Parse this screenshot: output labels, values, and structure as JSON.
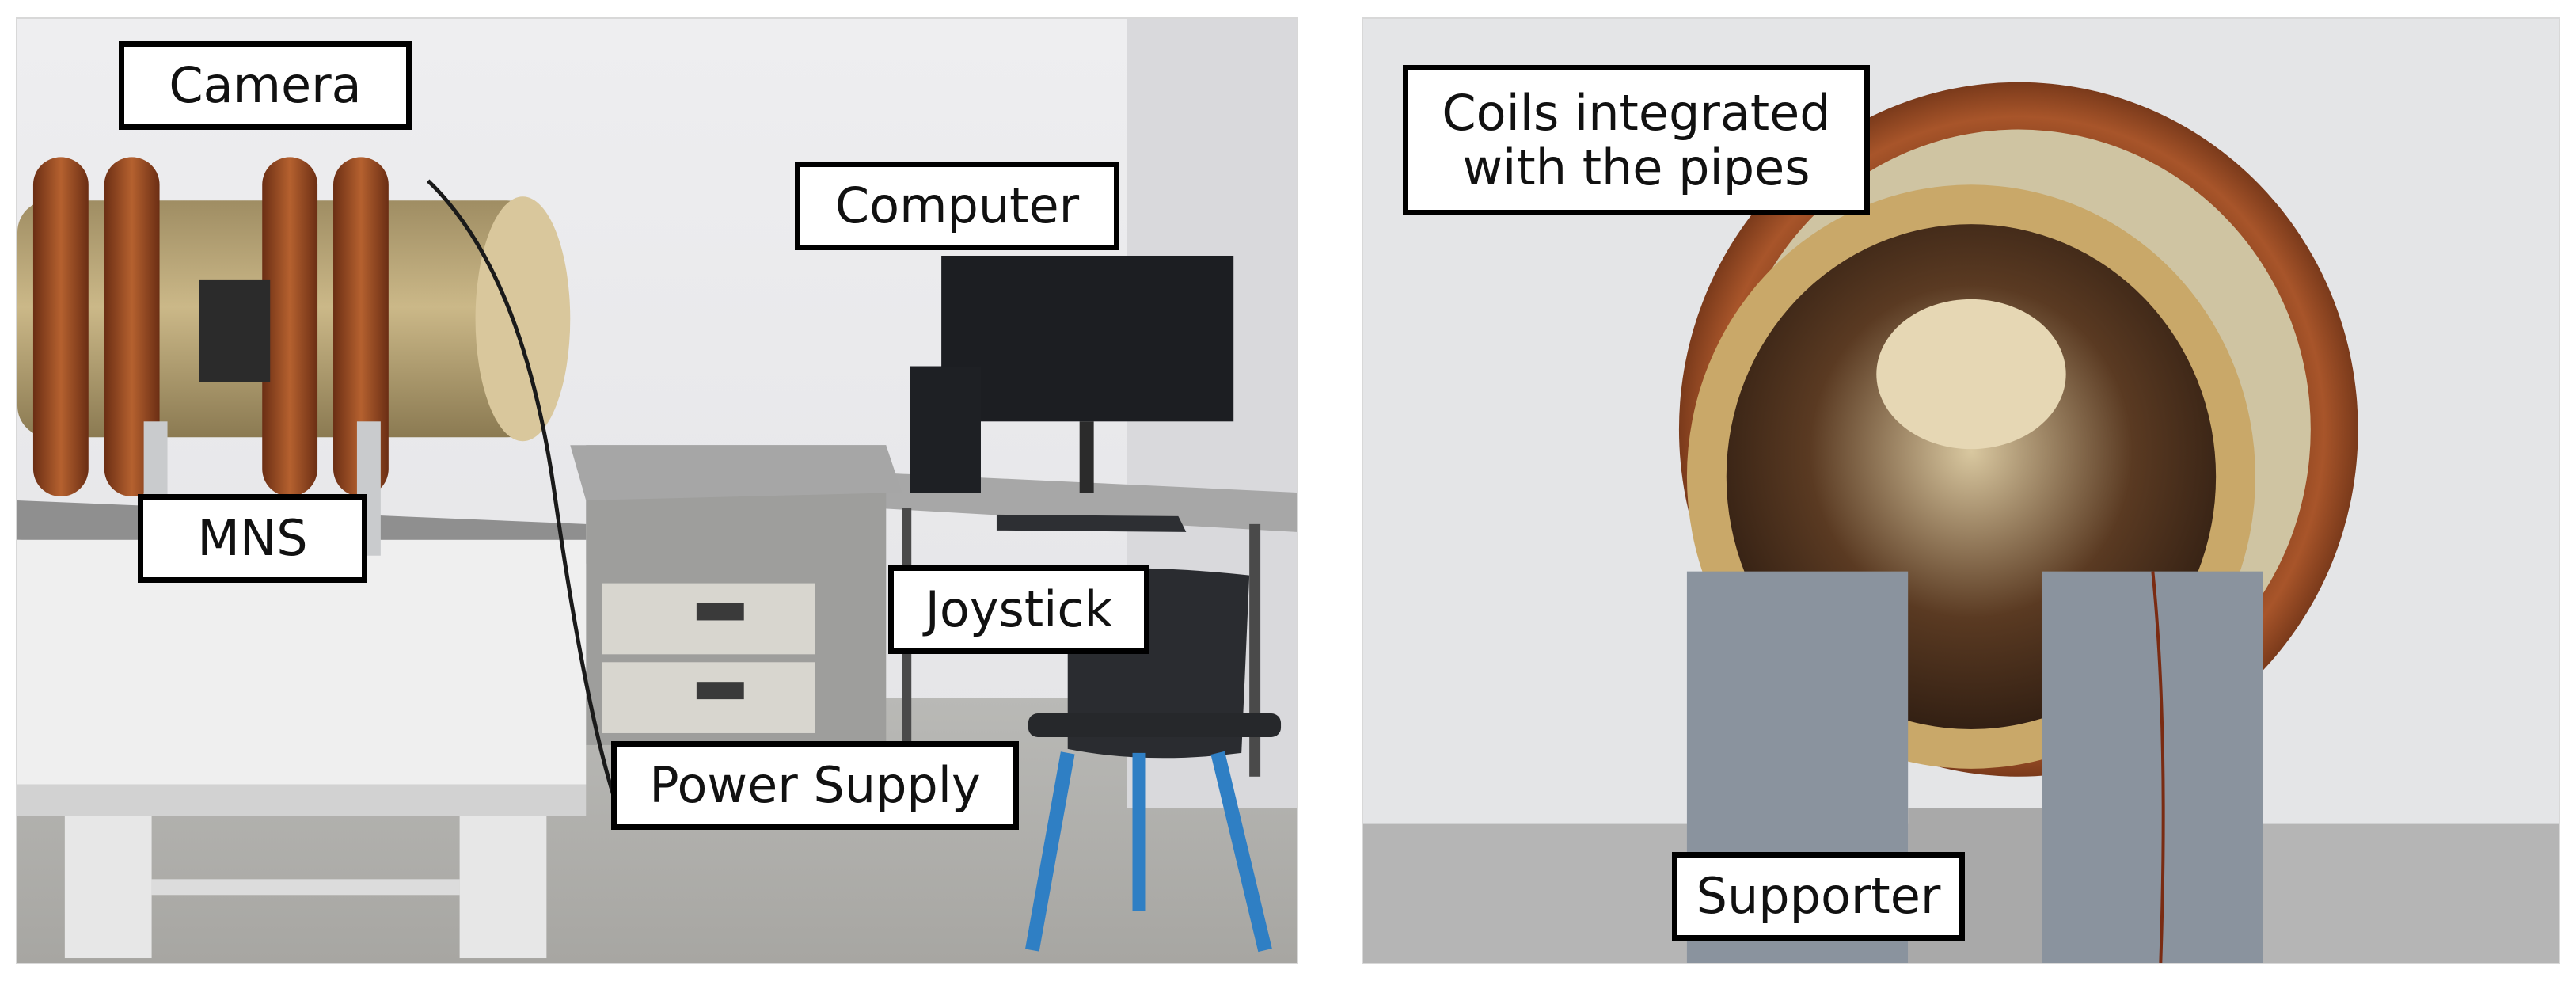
{
  "labels": {
    "camera": "Camera",
    "computer": "Computer",
    "mns": "MNS",
    "joystick": "Joystick",
    "power_supply": "Power Supply",
    "coils_line1": "Coils integrated",
    "coils_line2": "with the pipes",
    "supporter": "Supporter"
  },
  "colors": {
    "copper": "#9a4a22",
    "wall": "#e6e6e8",
    "tube": "#c7aa72",
    "supporter": "#8d96a1"
  }
}
